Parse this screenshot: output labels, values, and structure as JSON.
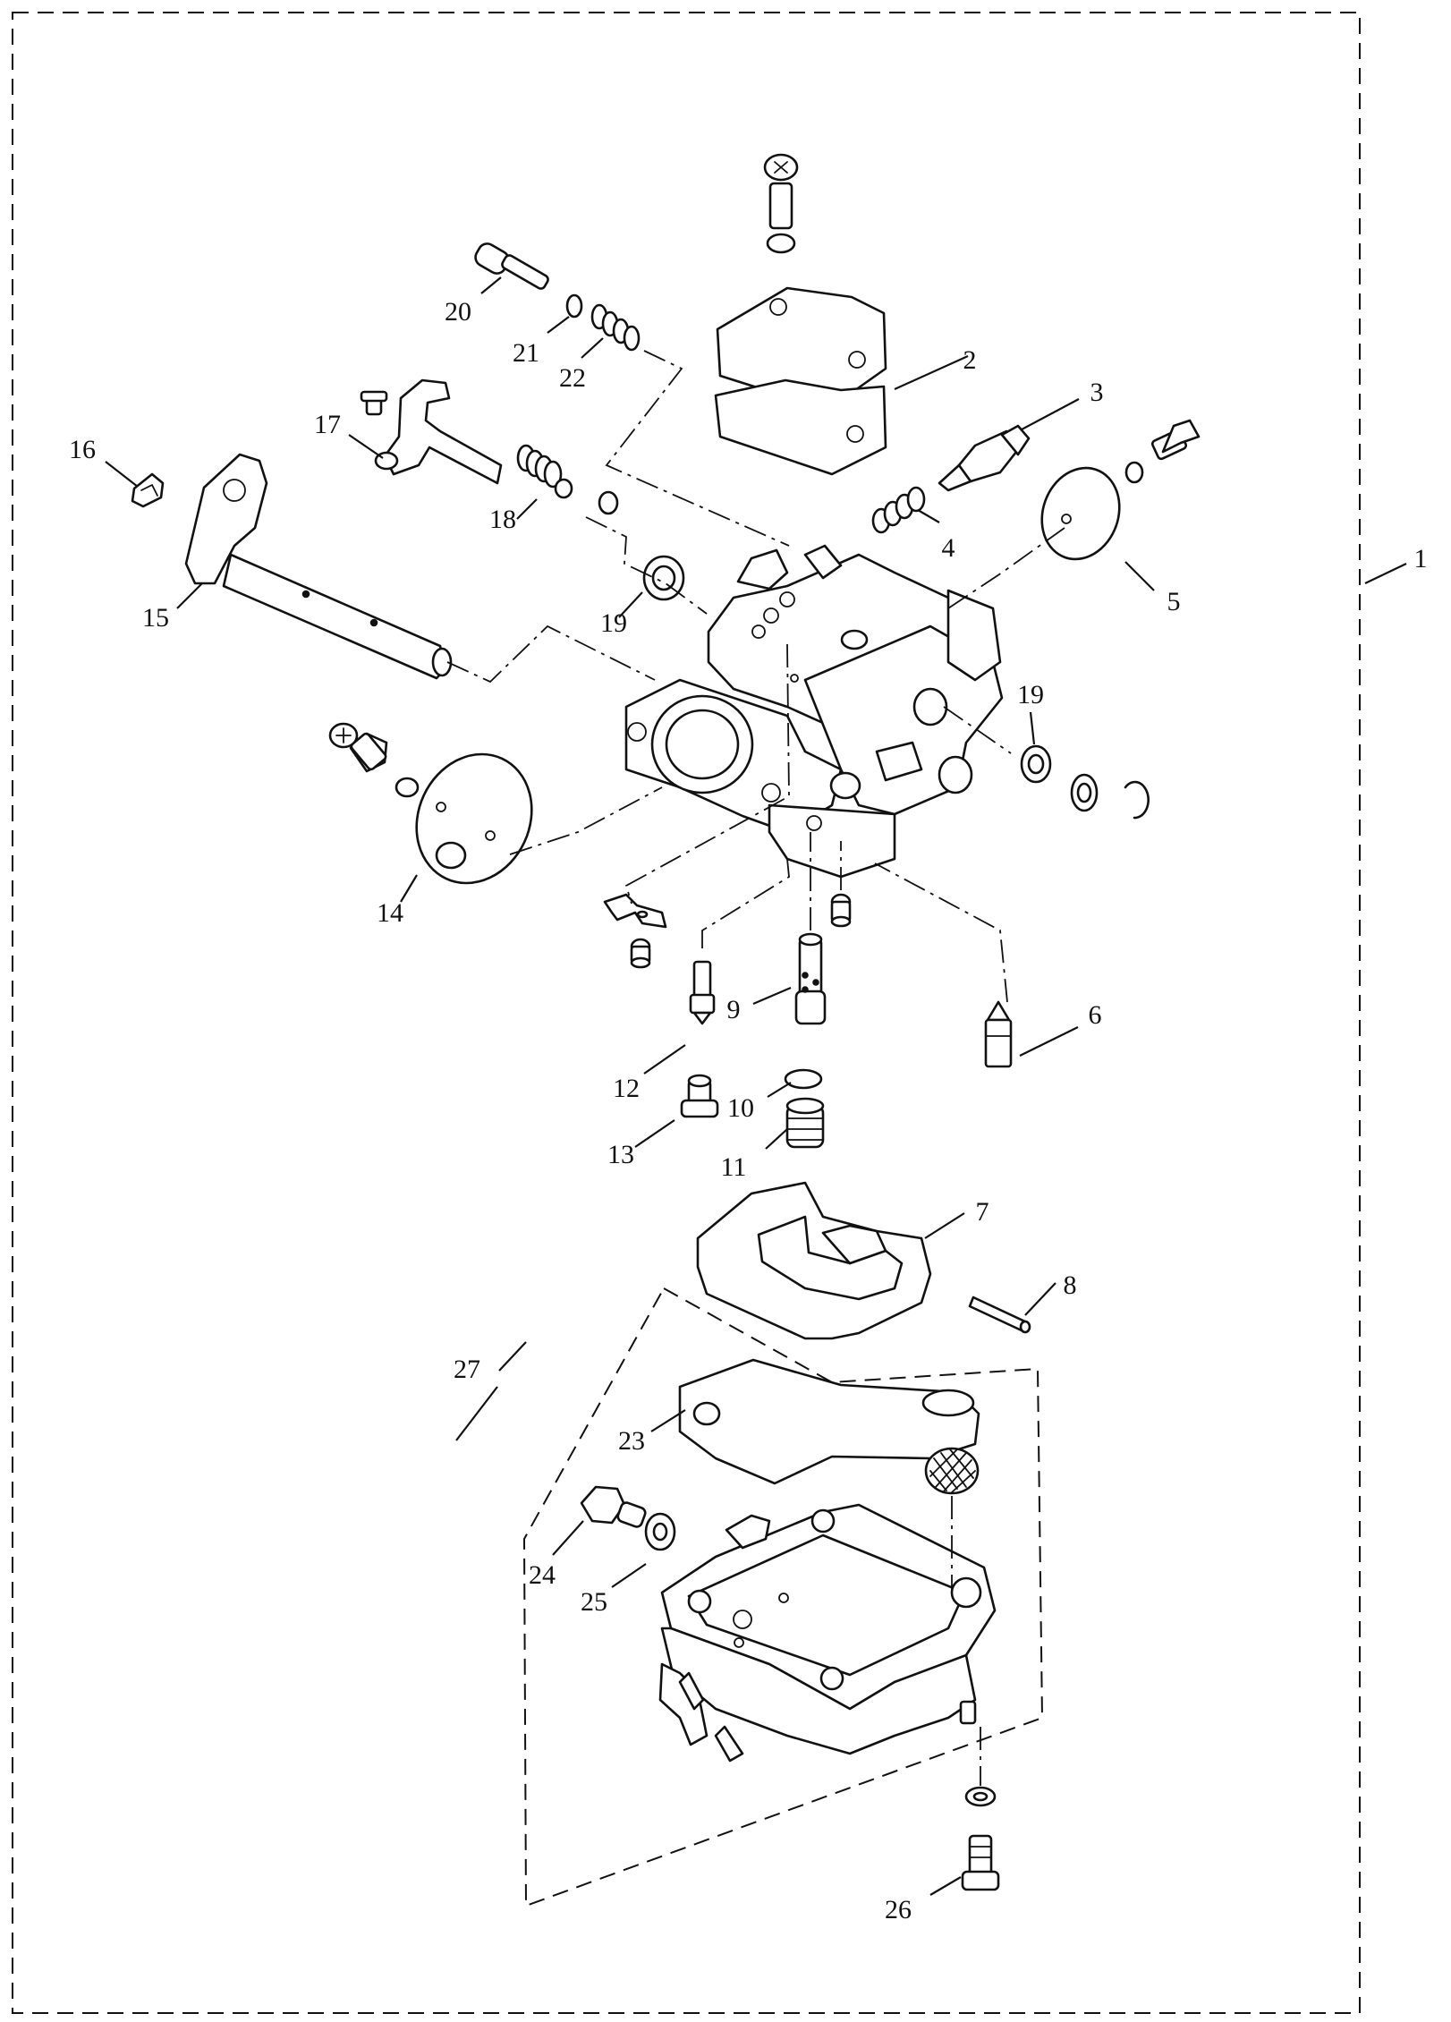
{
  "diagram": {
    "callouts": [
      {
        "id": "1",
        "text": "1"
      },
      {
        "id": "2",
        "text": "2"
      },
      {
        "id": "3",
        "text": "3"
      },
      {
        "id": "4",
        "text": "4"
      },
      {
        "id": "5",
        "text": "5"
      },
      {
        "id": "6",
        "text": "6"
      },
      {
        "id": "7",
        "text": "7"
      },
      {
        "id": "8",
        "text": "8"
      },
      {
        "id": "9",
        "text": "9"
      },
      {
        "id": "10",
        "text": "10"
      },
      {
        "id": "11",
        "text": "11"
      },
      {
        "id": "12",
        "text": "12"
      },
      {
        "id": "13",
        "text": "13"
      },
      {
        "id": "14",
        "text": "14"
      },
      {
        "id": "15",
        "text": "15"
      },
      {
        "id": "16",
        "text": "16"
      },
      {
        "id": "17",
        "text": "17"
      },
      {
        "id": "18",
        "text": "18"
      },
      {
        "id": "19a",
        "text": "19"
      },
      {
        "id": "19b",
        "text": "19"
      },
      {
        "id": "20",
        "text": "20"
      },
      {
        "id": "21",
        "text": "21"
      },
      {
        "id": "22",
        "text": "22"
      },
      {
        "id": "23",
        "text": "23"
      },
      {
        "id": "24",
        "text": "24"
      },
      {
        "id": "25",
        "text": "25"
      },
      {
        "id": "26",
        "text": "26"
      },
      {
        "id": "27",
        "text": "27"
      }
    ]
  }
}
